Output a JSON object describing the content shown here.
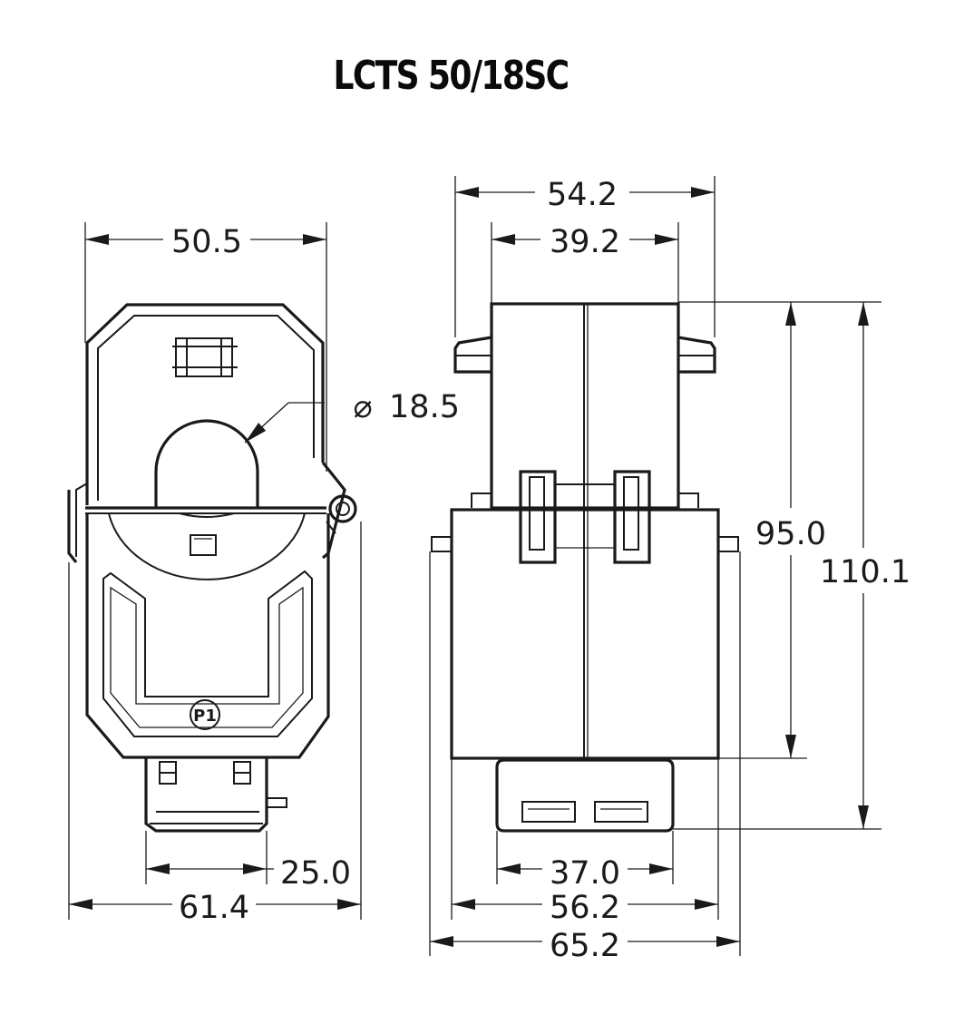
{
  "title": "LCTS 50/18SC",
  "front_view": {
    "dim_top_width": "50.5",
    "dim_aperture_diameter": "18.5",
    "diameter_symbol": "⌀",
    "dim_terminal_width": "25.0",
    "dim_overall_width": "61.4",
    "polarity_mark": "P1"
  },
  "side_view": {
    "dim_top_outer_width": "54.2",
    "dim_top_inner_width": "39.2",
    "dim_body_height": "95.0",
    "dim_overall_height": "110.1",
    "dim_base_width": "37.0",
    "dim_body_width": "56.2",
    "dim_overall_width": "65.2"
  }
}
